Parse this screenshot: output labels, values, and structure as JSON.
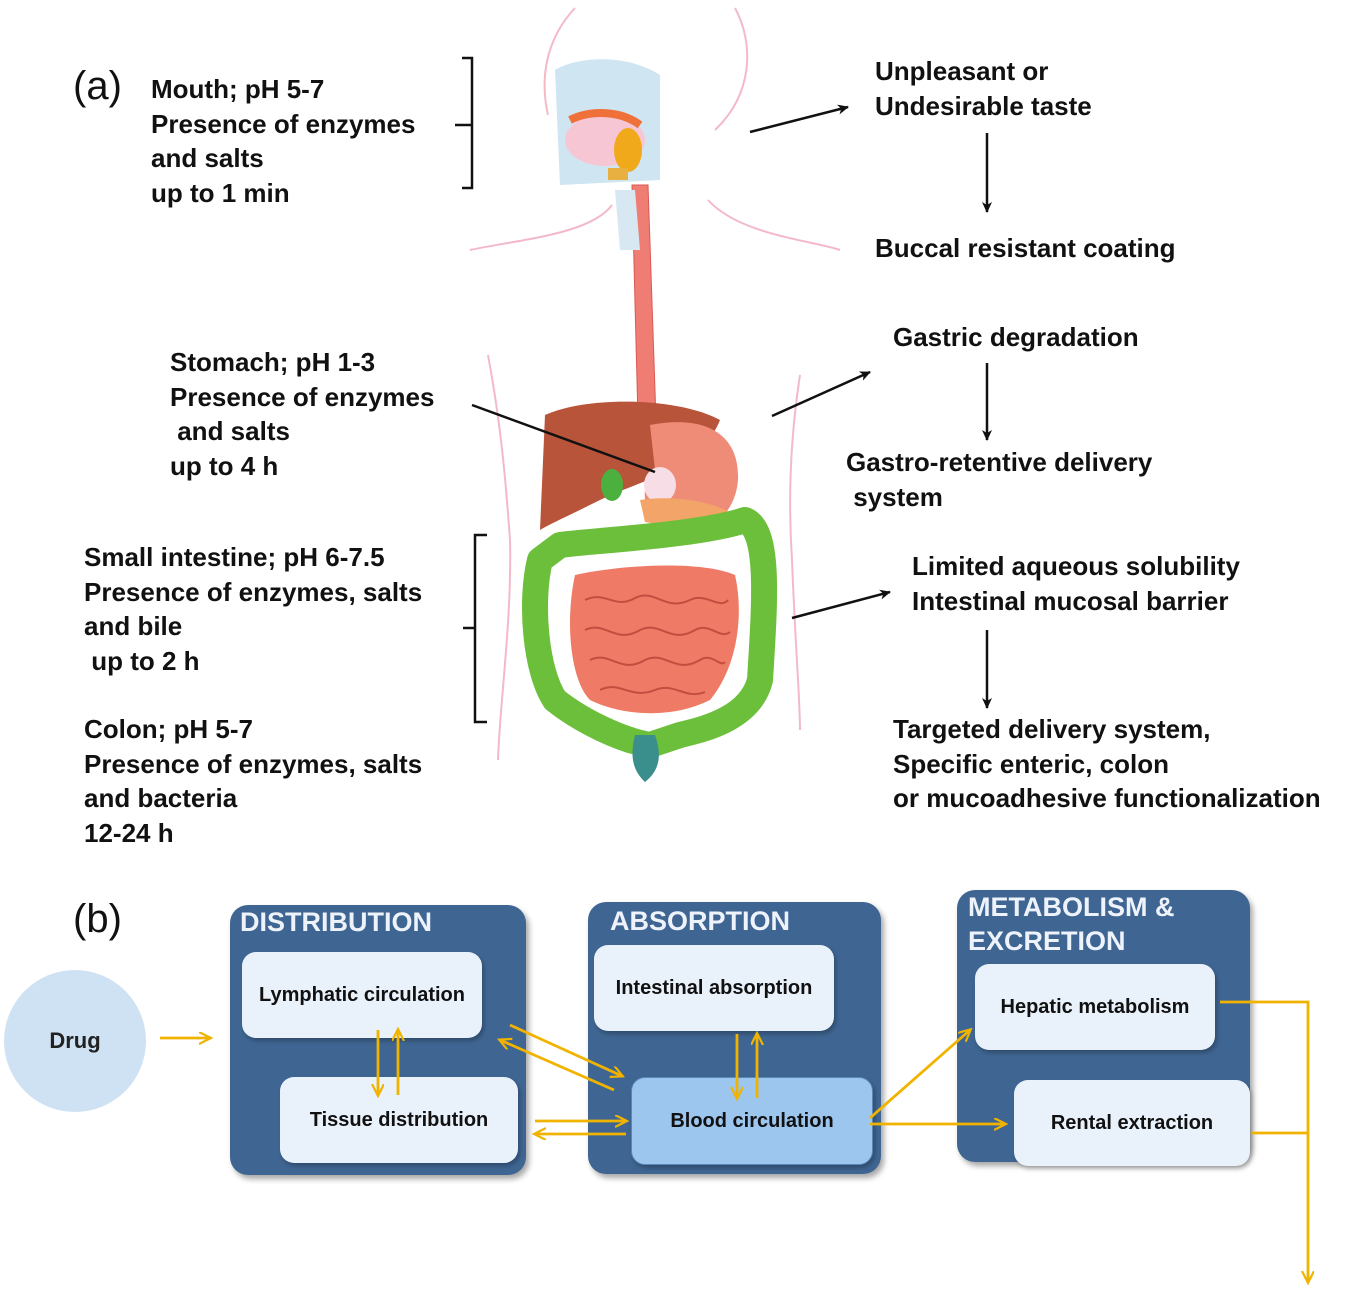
{
  "panel_a": {
    "label": "(a)",
    "mouth_info": "Mouth; pH 5-7\nPresence of enzymes\nand salts\nup to 1 min",
    "stomach_info": "Stomach; pH 1-3\nPresence of enzymes\n and salts\nup to 4 h",
    "small_intestine_info": "Small intestine; pH 6-7.5\nPresence of enzymes, salts\nand bile\n up to 2 h",
    "colon_info": "Colon; pH 5-7\nPresence of enzymes, salts\nand bacteria\n12-24 h",
    "mouth_problem": "Unpleasant or\nUndesirable taste",
    "mouth_solution": "Buccal resistant coating",
    "stomach_problem": "Gastric degradation",
    "stomach_solution": "Gastro-retentive delivery\n system",
    "intestine_problem": "Limited aqueous solubility\nIntestinal mucosal barrier",
    "intestine_solution": "Targeted delivery system,\nSpecific enteric, colon\nor mucoadhesive functionalization"
  },
  "panel_b": {
    "label": "(b)",
    "drug": "Drug",
    "distribution": {
      "title": "DISTRIBUTION",
      "lymphatic": "Lymphatic circulation",
      "tissue": "Tissue distribution"
    },
    "absorption": {
      "title": "ABSORPTION",
      "intestinal": "Intestinal  absorption",
      "blood": "Blood circulation"
    },
    "metabolism": {
      "title": "METABOLISM &\nEXCRETION",
      "hepatic": "Hepatic metabolism",
      "rental": "Rental extraction"
    },
    "arrow_color": "#f0b400",
    "box_color": "#3f6592"
  }
}
